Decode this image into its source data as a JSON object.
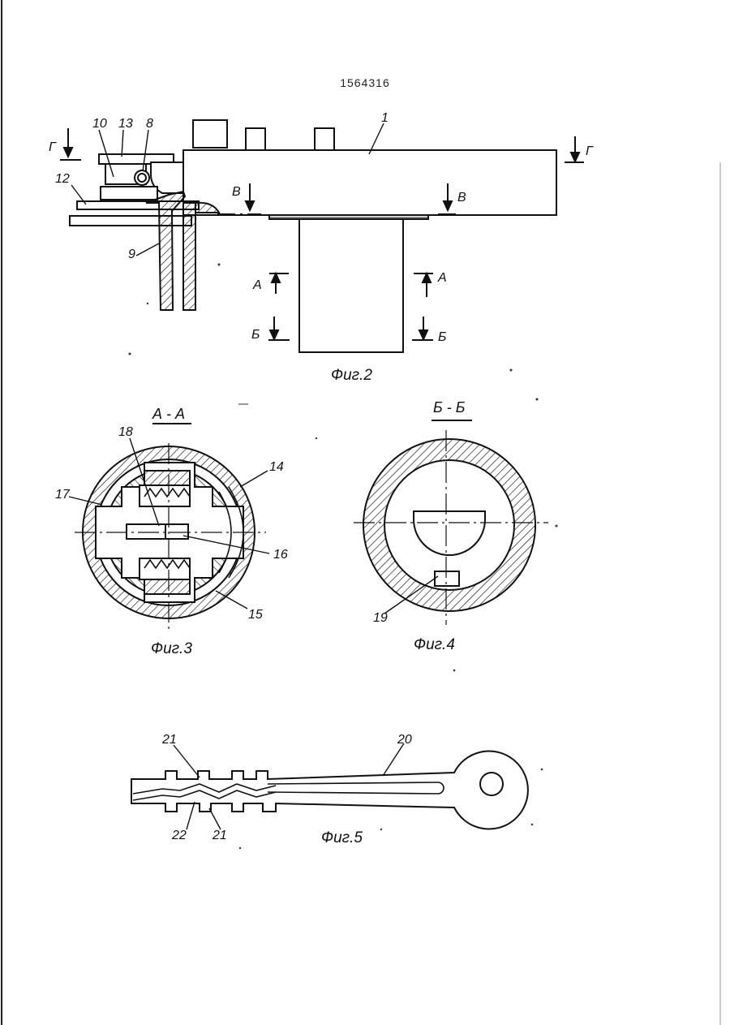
{
  "page_number": "1564316",
  "figures": {
    "fig2": {
      "caption": "Фиг.2"
    },
    "fig3": {
      "caption": "Фиг.3",
      "section_title": "А - А"
    },
    "fig4": {
      "caption": "Фиг.4",
      "section_title": "Б - Б"
    },
    "fig5": {
      "caption": "Фиг.5"
    }
  },
  "section_marks": {
    "A": "А",
    "B": "Б",
    "V": "В",
    "G": "Г"
  },
  "callouts": {
    "n1": "1",
    "n8": "8",
    "n9": "9",
    "n10": "10",
    "n12": "12",
    "n13": "13",
    "n14": "14",
    "n15": "15",
    "n16": "16",
    "n17": "17",
    "n18": "18",
    "n19": "19",
    "n20": "20",
    "n21a": "21",
    "n21b": "21",
    "n22": "22"
  }
}
